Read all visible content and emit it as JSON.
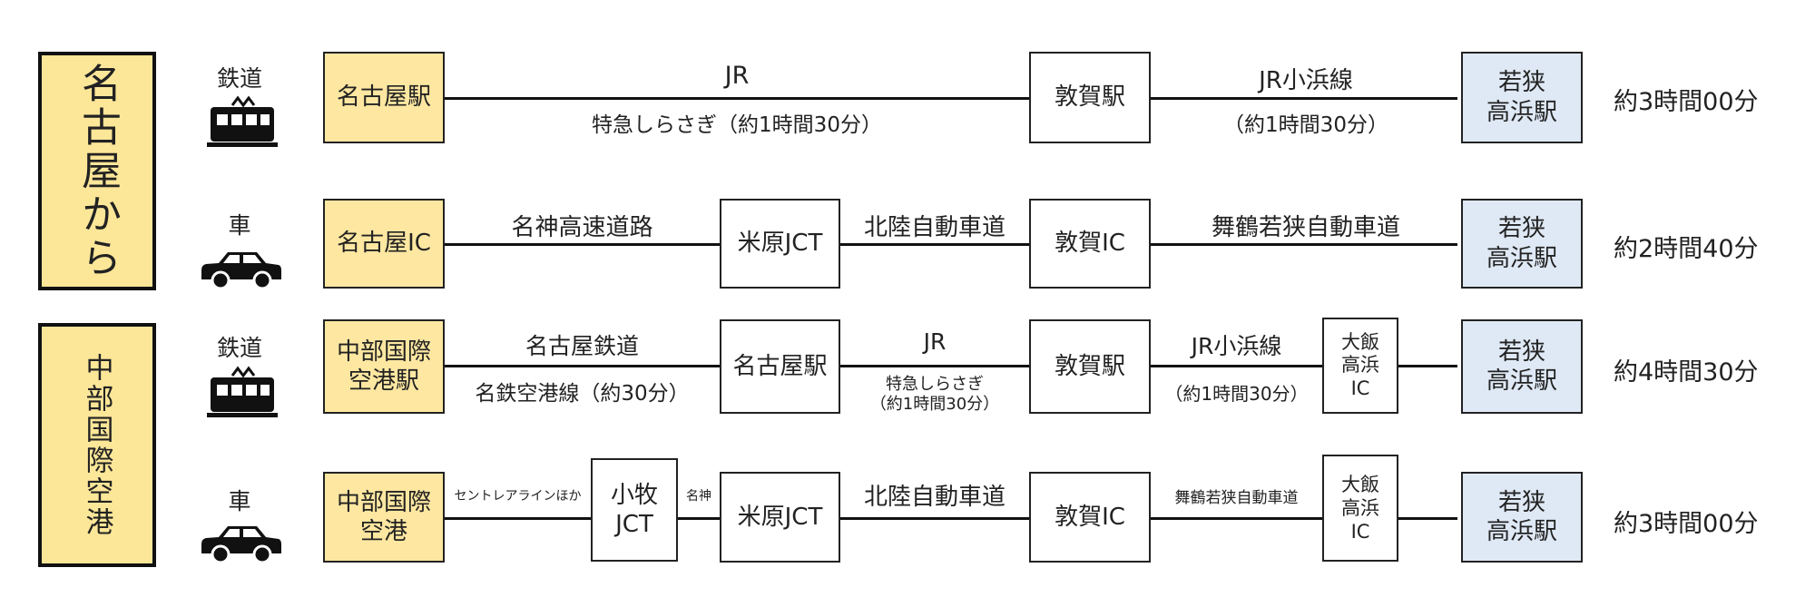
{
  "colors": {
    "origin_fill": "#fce698",
    "start_fill": "#fde7a1",
    "dest_fill": "#dfe9f5",
    "line": "#111111"
  },
  "origins": {
    "nagoya": "名古屋から",
    "chubu": "中部国際空港"
  },
  "modes": {
    "rail": "鉄道",
    "car": "車"
  },
  "icons": {
    "rail": "train-icon",
    "car": "car-icon"
  },
  "route1": {
    "start": "名古屋駅",
    "mid": "敦賀駅",
    "dest": [
      "若狭",
      "高浜駅"
    ],
    "seg1_top": "JR",
    "seg1_bottom": "特急しらさぎ（約1時間30分）",
    "seg2_top": "JR小浜線",
    "seg2_bottom": "（約1時間30分）",
    "total": "約3時間00分"
  },
  "route2": {
    "start": "名古屋IC",
    "mid1": "米原JCT",
    "mid2": "敦賀IC",
    "dest": [
      "若狭",
      "高浜駅"
    ],
    "seg1": "名神高速道路",
    "seg2": "北陸自動車道",
    "seg3": "舞鶴若狭自動車道",
    "total": "約2時間40分"
  },
  "route3": {
    "start": [
      "中部国際",
      "空港駅"
    ],
    "mid1": "名古屋駅",
    "mid2": "敦賀駅",
    "ic": [
      "大飯",
      "高浜",
      "IC"
    ],
    "dest": [
      "若狭",
      "高浜駅"
    ],
    "seg1_top": "名古屋鉄道",
    "seg1_bottom": "名鉄空港線（約30分）",
    "seg2_top": "JR",
    "seg2_bottom1": "特急しらさぎ",
    "seg2_bottom2": "（約1時間30分）",
    "seg3_top": "JR小浜線",
    "seg3_bottom": "（約1時間30分）",
    "total": "約4時間30分"
  },
  "route4": {
    "start": [
      "中部国際",
      "空港"
    ],
    "mid1": [
      "小牧",
      "JCT"
    ],
    "mid2": "米原JCT",
    "mid3": "敦賀IC",
    "ic": [
      "大飯",
      "高浜",
      "IC"
    ],
    "dest": [
      "若狭",
      "高浜駅"
    ],
    "seg1": "セントレアラインほか",
    "seg2": "名神",
    "seg3": "北陸自動車道",
    "seg4": "舞鶴若狭自動車道",
    "total": "約3時間00分"
  }
}
